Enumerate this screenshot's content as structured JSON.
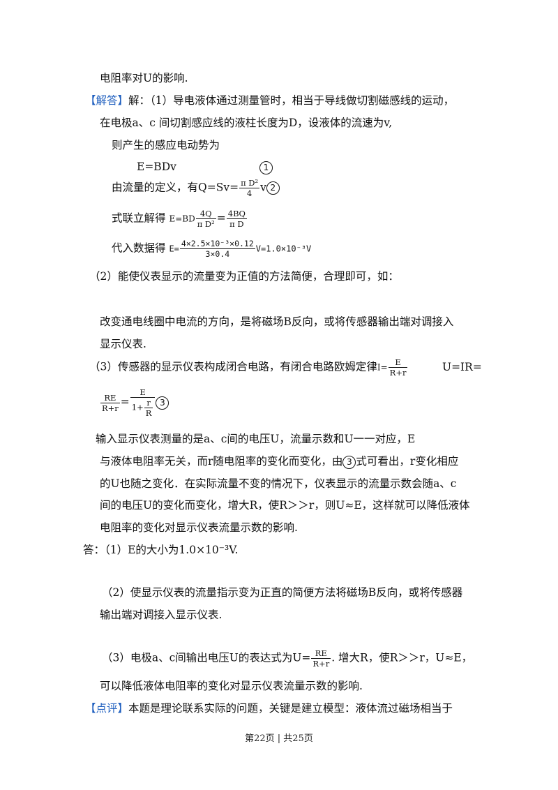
{
  "lines": {
    "l1": "电阻率对U的影响.",
    "tag_answer": "【解答】",
    "l2": "解：（1）导电液体通过测量管时，相当于导线做切割磁感线的运动，",
    "l3": "在电极a、c 间切割感应线的液柱长度为D，设液体的流速为v,",
    "l4": "则产生的感应电动势为",
    "l5_eq": "E=BDv",
    "circ1": "1",
    "l6_text": "由流量的定义，有Q=Sv=",
    "l6_num": "π D²",
    "l6_den": "4",
    "l6_tail": "v",
    "circ2": "2",
    "l7_text": "式联立解得",
    "l7_a": "E=BD",
    "l7_f1n": "4Q",
    "l7_f1d": "π D²",
    "l7_eq": "=",
    "l7_f2n": "4BQ",
    "l7_f2d": "π D",
    "l8_text": "代入数据得",
    "l8_a": "E=",
    "l8_num": "4×2.5×10⁻³×0.12",
    "l8_den": "3×0.4",
    "l8_tail": "V=1.0×10⁻³V",
    "l9": "（2）能使仪表显示的流量变为正值的方法简便，合理即可，如：",
    "l10": "改变通电线圈中电流的方向，是将磁场B反向，或将传感器输出端对调接入",
    "l11": "显示仪表.",
    "l12_text": "（3）传感器的显示仪表构成闭合电路，有闭合电路欧姆定律",
    "l12_a": "I=",
    "l12_num": "E",
    "l12_den": "R+r",
    "l12_tail": "U=IR=",
    "l13_f1n": "RE",
    "l13_f1d": "R+r",
    "l13_eq": "=",
    "l13_f2n": "E",
    "l13_f2d_a": "1+",
    "l13_f2d_n": "r",
    "l13_f2d_d": "R",
    "circ3": "3",
    "l14": "输入显示仪表测量的是a、c间的电压U，流量示数和U一一对应，E",
    "l15_a": "与液体电阻率无关，而r随电阻率的变化而变化，由",
    "l15_b": "式可看出，r变化相应",
    "l16": "的U也随之变化．在实际流量不变的情况下，仪表显示的流量示数会随a、c",
    "l17": "间的电压U的变化而变化，增大R，使R＞＞r，则U≈E，这样就可以降低液体",
    "l18": "电阻率的变化对显示仪表流量示数的影响.",
    "l19": "答：（1）E的大小为1.0×10⁻³V.",
    "l20": "（2）使显示仪表的流量指示变为正直的简便方法将磁场B反向，或将传感器",
    "l21": "输出端对调接入显示仪表.",
    "l22_a": "（3）电极a、c间输出电压U的表达式为U=",
    "l22_num": "RE",
    "l22_den": "R+r",
    "l22_b": ". 增大R，使R＞＞r，U≈E，",
    "l23": "可以降低液体电阻率的变化对显示仪表流量示数的影响.",
    "tag_comment": "【点评】",
    "l24": "本题是理论联系实际的问题，关键是建立模型：液体流过磁场相当于"
  },
  "footer": "第22页 | 共25页",
  "colors": {
    "tag": "#1f5fbf",
    "text": "#111111"
  }
}
